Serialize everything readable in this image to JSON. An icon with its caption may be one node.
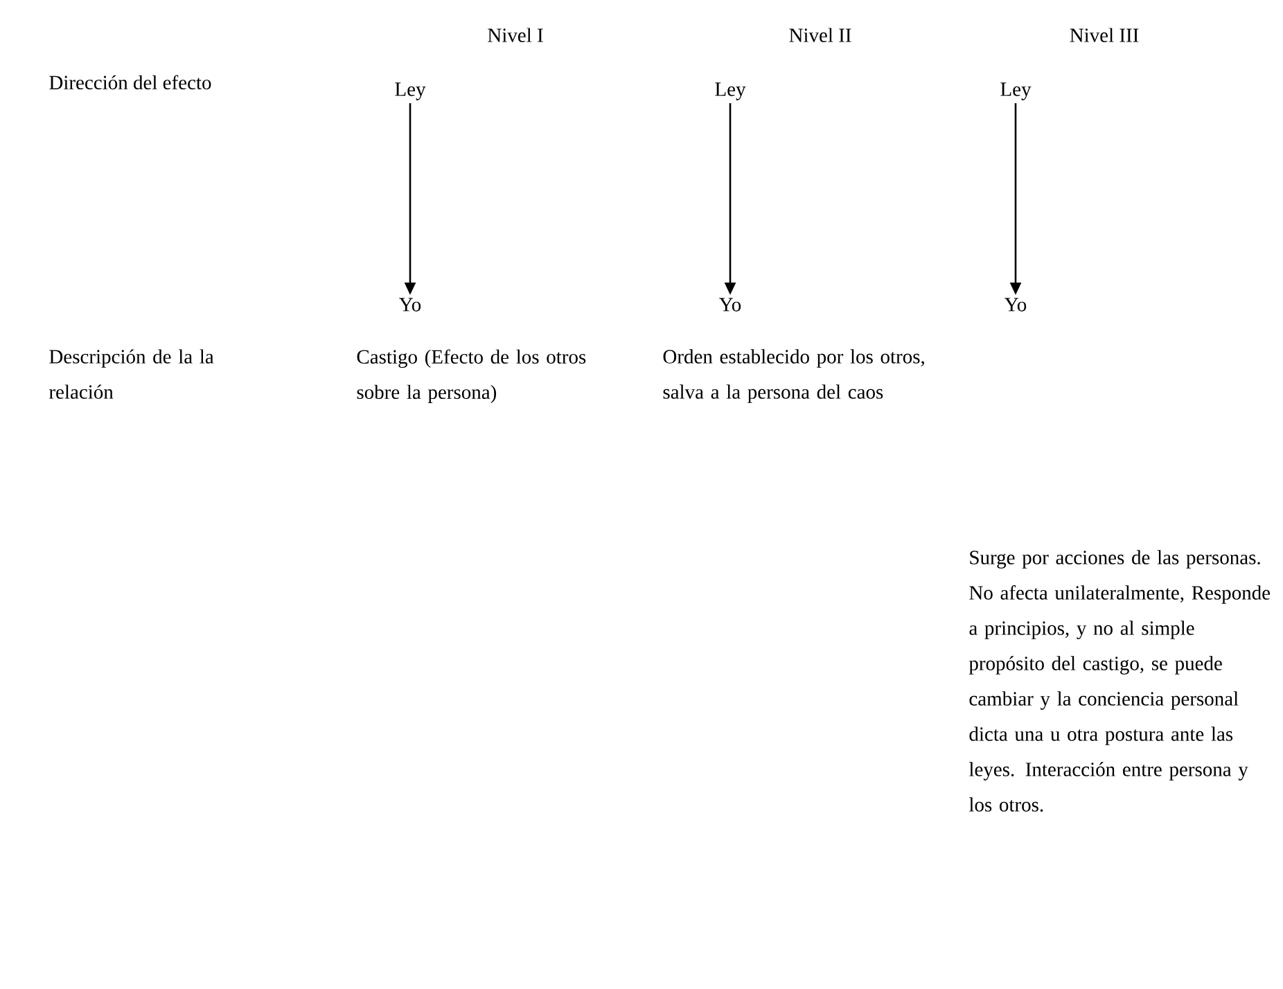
{
  "diagram": {
    "nodes": [
      {
        "text": [
          "Ley"
        ]
      },
      {
        "text": [
          "Ley"
        ]
      },
      {
        "text": [
          "Ley"
        ]
      },
      {
        "text": [
          "Yo"
        ]
      },
      {
        "text": [
          "Yo"
        ]
      },
      {
        "text": [
          "Yo"
        ]
      }
    ],
    "edges": [
      {
        "from": 0,
        "to": 3,
        "arrow": "to"
      },
      {
        "from": 1,
        "to": 4,
        "arrow": "to"
      },
      {
        "from": 2,
        "to": 5,
        "arrow": "to"
      }
    ],
    "labels": [
      "Nivel I",
      "Nivel II",
      "Nivel III",
      "Dirección del efecto",
      "Descripción de la la relación",
      "Castigo (Efecto de los otros sobre la persona)",
      "Orden establecido por los otros, salva a la persona del caos",
      "Surge por acciones de las personas. No afecta unilateralmente, Responde a principios, y no al simple propósito del castigo, se puede cambiar y la conciencia personal dicta una u otra postura ante las leyes. Interacción entre persona y los otros."
    ]
  }
}
